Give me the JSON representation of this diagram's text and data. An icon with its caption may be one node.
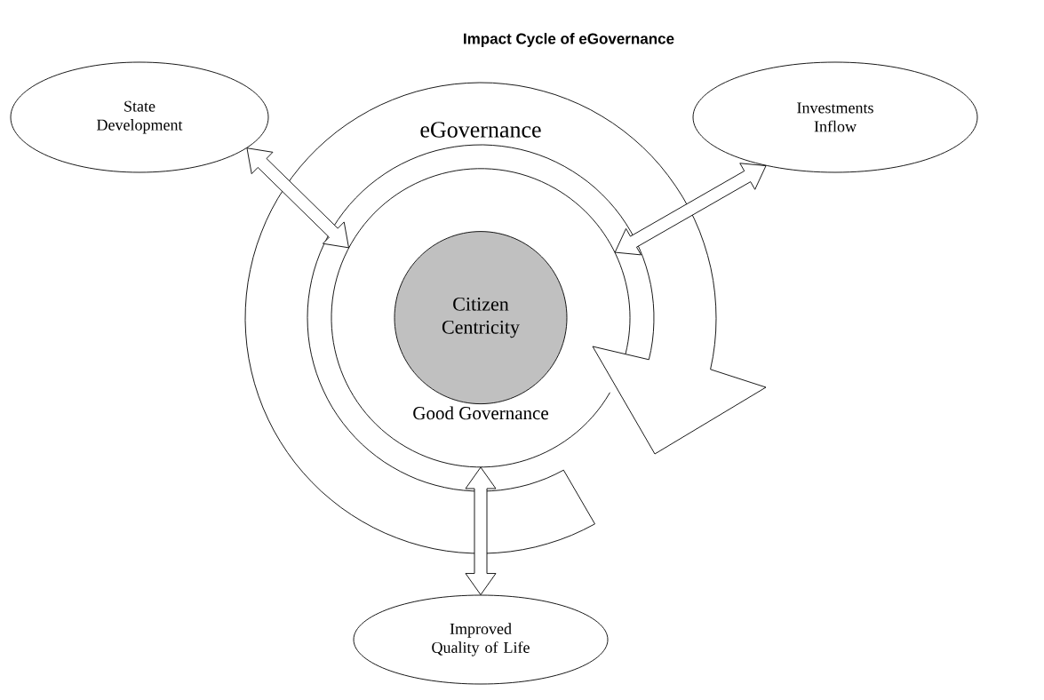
{
  "diagram": {
    "title": "Impact Cycle of eGovernance",
    "nodes": [
      {
        "text": [
          "State Development"
        ]
      },
      {
        "text": [
          "Investments Inflow"
        ]
      },
      {
        "text": [
          "eGovernance"
        ]
      },
      {
        "text": [
          "Good Governance"
        ],
        "in": 2
      },
      {
        "text": [
          "Citizen Centricity"
        ],
        "in": 3
      },
      {
        "text": [
          "Improved Quality of Life"
        ]
      }
    ],
    "edges": [
      {
        "from": 3,
        "to": 0,
        "arrow": "both"
      },
      {
        "from": 3,
        "to": 1,
        "arrow": "both"
      },
      {
        "from": 3,
        "to": 5,
        "arrow": "both"
      }
    ]
  }
}
